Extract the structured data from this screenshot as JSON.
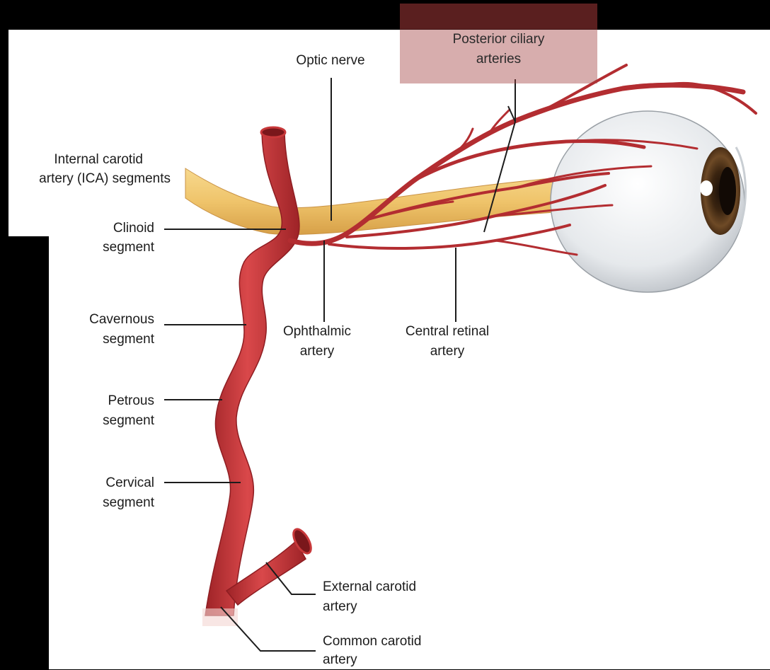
{
  "colors": {
    "background": "#000000",
    "panel": "#ffffff",
    "artery": "#c8383a",
    "artery_dark": "#8e1d22",
    "nerve": "#efc46b",
    "eye_white": "#eef0f2",
    "iris": "#5a3a1e",
    "caption_box": "#a03c3c",
    "leader_line": "#1c1c1c"
  },
  "labels": {
    "optic_nerve": "Optic nerve",
    "posterior_ciliary_l1": "Posterior ciliary",
    "posterior_ciliary_l2": "arteries",
    "ica_l1": "Internal carotid",
    "ica_l2": "artery (ICA) segments",
    "clinoid_l1": "Clinoid",
    "clinoid_l2": "segment",
    "cavernous_l1": "Cavernous",
    "cavernous_l2": "segment",
    "ophthalmic_l1": "Ophthalmic",
    "ophthalmic_l2": "artery",
    "central_retinal_l1": "Central retinal",
    "central_retinal_l2": "artery",
    "petrous_l1": "Petrous",
    "petrous_l2": "segment",
    "cervical_l1": "Cervical",
    "cervical_l2": "segment",
    "external_carotid_l1": "External carotid",
    "external_carotid_l2": "artery",
    "common_carotid_l1": "Common carotid",
    "common_carotid_l2": "artery"
  }
}
